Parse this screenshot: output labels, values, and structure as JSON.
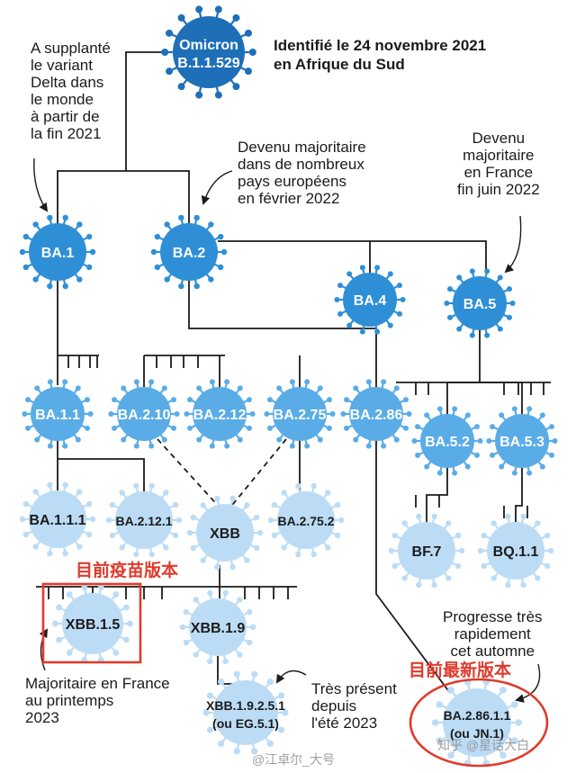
{
  "header": {
    "title_line1": "Identifié le 24 novembre 2021",
    "title_line2": "en Afrique du Sud"
  },
  "annotations": {
    "supplante": "A supplanté\nle variant\nDelta dans\nle monde\nà partir de\nla fin 2021",
    "majoritaire_europe": "Devenu majoritaire\ndans de nombreux\npays européens\nen février 2022",
    "majoritaire_france": "Devenu\nmajoritaire\nen France\nfin juin 2022",
    "progresse": "Progresse très\nrapidement\ncet automne",
    "majoritaire_printemps": "Majoritaire en France\nau printemps\n2023",
    "tres_present": "Très présent\ndepuis\nl'été 2023"
  },
  "highlights": {
    "vaccine_version": "目前疫苗版本",
    "latest_version": "目前最新版本"
  },
  "watermarks": {
    "left": "@江卓尔_大号",
    "right": "知乎 @星话大白"
  },
  "colors": {
    "virus_dark": "#2f8fd6",
    "virus_mid": "#5aace6",
    "virus_light": "#bcdcf5",
    "omicron": "#1e6fb8",
    "text_dark": "#1b1b1b",
    "highlight_red": "#e03a2c",
    "line": "#1b1b1b"
  },
  "nodes": [
    {
      "id": "omicron",
      "label": "Omicron",
      "label2": "B.1.1.529",
      "shade": "omicron"
    },
    {
      "id": "ba1",
      "label": "BA.1",
      "shade": "dark"
    },
    {
      "id": "ba2",
      "label": "BA.2",
      "shade": "dark"
    },
    {
      "id": "ba4",
      "label": "BA.4",
      "shade": "dark"
    },
    {
      "id": "ba5",
      "label": "BA.5",
      "shade": "dark"
    },
    {
      "id": "ba11",
      "label": "BA.1.1",
      "shade": "mid"
    },
    {
      "id": "ba210",
      "label": "BA.2.10",
      "shade": "mid"
    },
    {
      "id": "ba212",
      "label": "BA.2.12",
      "shade": "mid"
    },
    {
      "id": "ba275",
      "label": "BA.2.75",
      "shade": "mid"
    },
    {
      "id": "ba286",
      "label": "BA.2.86",
      "shade": "mid"
    },
    {
      "id": "ba52",
      "label": "BA.5.2",
      "shade": "mid"
    },
    {
      "id": "ba53",
      "label": "BA.5.3",
      "shade": "mid"
    },
    {
      "id": "ba111",
      "label": "BA.1.1.1",
      "shade": "light"
    },
    {
      "id": "ba2121",
      "label": "BA.2.12.1",
      "shade": "light"
    },
    {
      "id": "xbb",
      "label": "XBB",
      "shade": "light"
    },
    {
      "id": "ba2752",
      "label": "BA.2.75.2",
      "shade": "light"
    },
    {
      "id": "bf7",
      "label": "BF.7",
      "shade": "light"
    },
    {
      "id": "bq11",
      "label": "BQ.1.1",
      "shade": "light"
    },
    {
      "id": "xbb15",
      "label": "XBB.1.5",
      "shade": "light"
    },
    {
      "id": "xbb19",
      "label": "XBB.1.9",
      "shade": "light"
    },
    {
      "id": "xbb1925",
      "label": "XBB.1.9.2.5.1",
      "label2": "(ou EG.5.1)",
      "shade": "light"
    },
    {
      "id": "ba28611",
      "label": "BA.2.86.1.1",
      "label2": "(ou JN.1)",
      "shade": "light"
    }
  ]
}
